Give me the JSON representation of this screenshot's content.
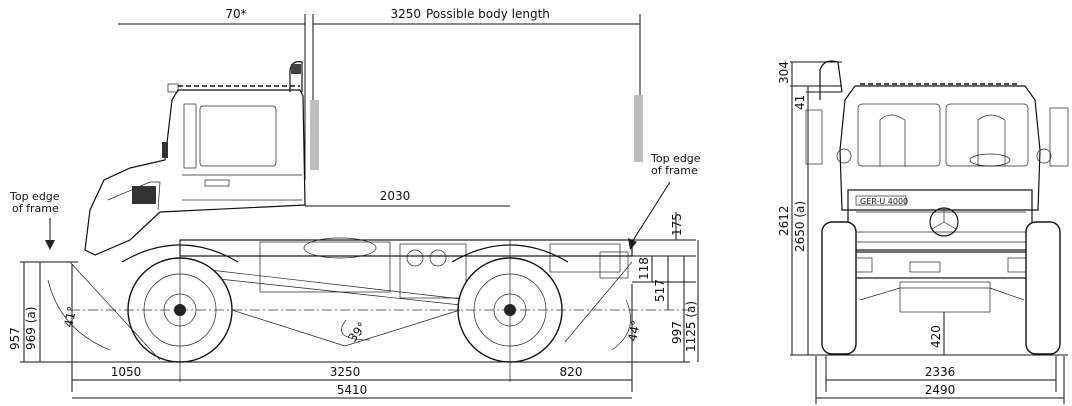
{
  "side_view": {
    "top_left_dim": "70*",
    "body_length_value": "3250",
    "body_length_label": "Possible body length",
    "frame_length": "2030",
    "left_frame_note": [
      "Top edge",
      "of frame"
    ],
    "right_frame_note": [
      "Top edge",
      "of frame"
    ],
    "frame_height_a": "957",
    "frame_height_b": "969 (a)",
    "approach_angle": "41°",
    "breakover_angle": "39°",
    "departure_angle": "44°",
    "rear_dim_175": "175",
    "rear_dim_118": "118",
    "rear_dim_517": "517",
    "rear_dim_997": "997",
    "rear_dim_1125": "1125 (a)",
    "front_overhang": "1050",
    "wheelbase": "3250",
    "rear_overhang": "820",
    "overall_length": "5410"
  },
  "front_view": {
    "top_dim": "304",
    "mirror_dim": "41",
    "height_a": "2612",
    "height_b": "2650 (a)",
    "ground_clearance": "420",
    "track_width": "2336",
    "overall_width": "2490",
    "plate_text": "GER-U 4000"
  }
}
